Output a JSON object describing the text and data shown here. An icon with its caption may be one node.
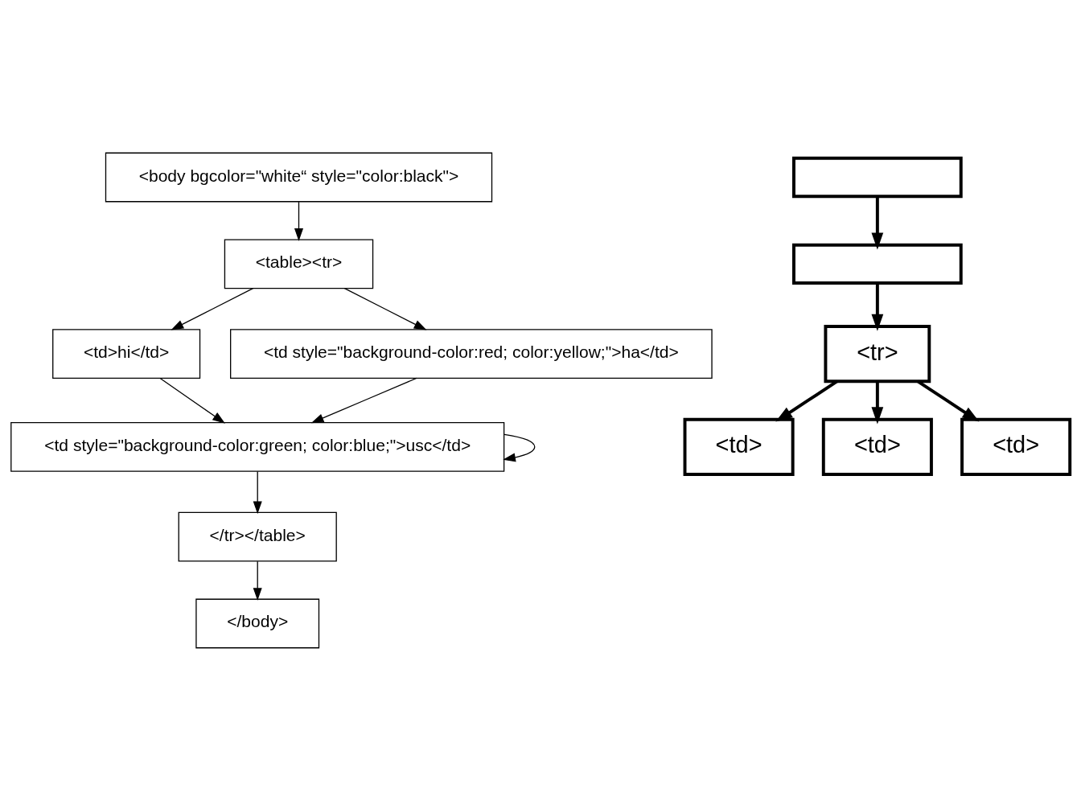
{
  "diagram": {
    "nodes": [
      {
        "text": [
          "<body bgcolor=\"white“ style=\"color:black\">"
        ]
      },
      {
        "text": [
          "<table><tr>"
        ]
      },
      {
        "text": [
          "<td>hi</td>"
        ]
      },
      {
        "text": [
          "<td style=\"background-color:red; color:yellow;\">ha</td>"
        ]
      },
      {
        "text": [
          "<td style=\"background-color:green; color:blue;\">usc</td>"
        ]
      },
      {
        "text": [
          "</tr></table>"
        ]
      },
      {
        "text": [
          "</body>"
        ]
      },
      {
        "text": [],
        "shape": "box"
      },
      {
        "text": [],
        "shape": "box"
      },
      {
        "text": [
          "<tr>"
        ]
      },
      {
        "text": [
          "<td>"
        ]
      },
      {
        "text": [
          "<td>"
        ]
      },
      {
        "text": [
          "<td>"
        ]
      }
    ],
    "edges": [
      {
        "from": 0,
        "to": 1,
        "arrow": "to"
      },
      {
        "from": 1,
        "to": 2,
        "arrow": "to"
      },
      {
        "from": 1,
        "to": 3,
        "arrow": "to"
      },
      {
        "from": 2,
        "to": 4,
        "arrow": "to"
      },
      {
        "from": 3,
        "to": 4,
        "arrow": "to"
      },
      {
        "from": 4,
        "to": 4,
        "arrow": "to"
      },
      {
        "from": 4,
        "to": 5,
        "arrow": "to"
      },
      {
        "from": 5,
        "to": 6,
        "arrow": "to"
      },
      {
        "from": 7,
        "to": 8,
        "arrow": "to",
        "style": "thick"
      },
      {
        "from": 8,
        "to": 9,
        "arrow": "to",
        "style": "thick"
      },
      {
        "from": 9,
        "to": 10,
        "arrow": "to",
        "style": "thick"
      },
      {
        "from": 9,
        "to": 11,
        "arrow": "to",
        "style": "thick"
      },
      {
        "from": 9,
        "to": 12,
        "arrow": "to",
        "style": "thick"
      }
    ]
  }
}
